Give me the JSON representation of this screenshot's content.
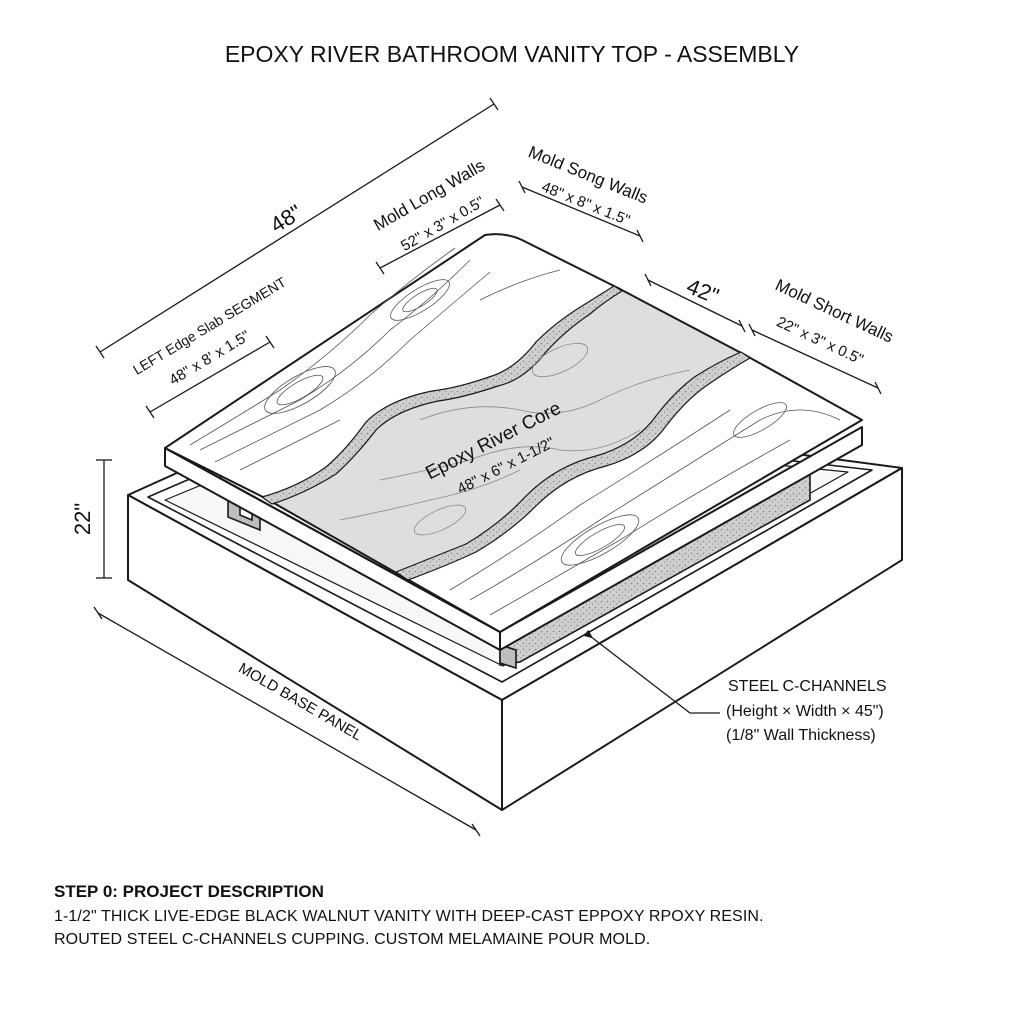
{
  "title": "EPOXY RIVER BATHROOM VANITY TOP - ASSEMBLY",
  "dimensions": {
    "overall_length": "48\"",
    "width": "42\"",
    "height": "22\""
  },
  "callouts": {
    "left_slab": {
      "name": "LEFT Edge Slab SEGMENT",
      "size": "48\" x 8' x 1.5\""
    },
    "long_walls": {
      "name": "Mold Long Walls",
      "size": "52\" x 3\" x 0.5\""
    },
    "song_walls": {
      "name": "Mold Song Walls",
      "size": "48\" x 8\" x 1.5\""
    },
    "short_walls": {
      "name": "Mold Short Walls",
      "size": "22\" x 3\" x 0.5\""
    },
    "epoxy_core": {
      "name": "Epoxy River Core",
      "size": "48\" x 6\" x 1-1/2\""
    },
    "base_panel": {
      "name": "MOLD BASE PANEL"
    },
    "c_channels": {
      "name": "STEEL C-CHANNELS",
      "line2": "(Height × Width ×   45\")",
      "line3": "(1/8\" Wall Thickness)"
    }
  },
  "description": {
    "title": "STEP 0: PROJECT DESCRIPTION",
    "line1": "1-1/2\" THICK LIVE-EDGE BLACK WALNUT VANITY WITH DEEP-CAST EPPOXY RPOXY RESIN.",
    "line2": "ROUTED STEEL C-CHANNELS CUPPING. CUSTOM MELAMAINE POUR MOLD."
  },
  "colors": {
    "line": "#1a1a1a",
    "epoxy_fill": "#dcdcdc",
    "background": "#ffffff"
  }
}
